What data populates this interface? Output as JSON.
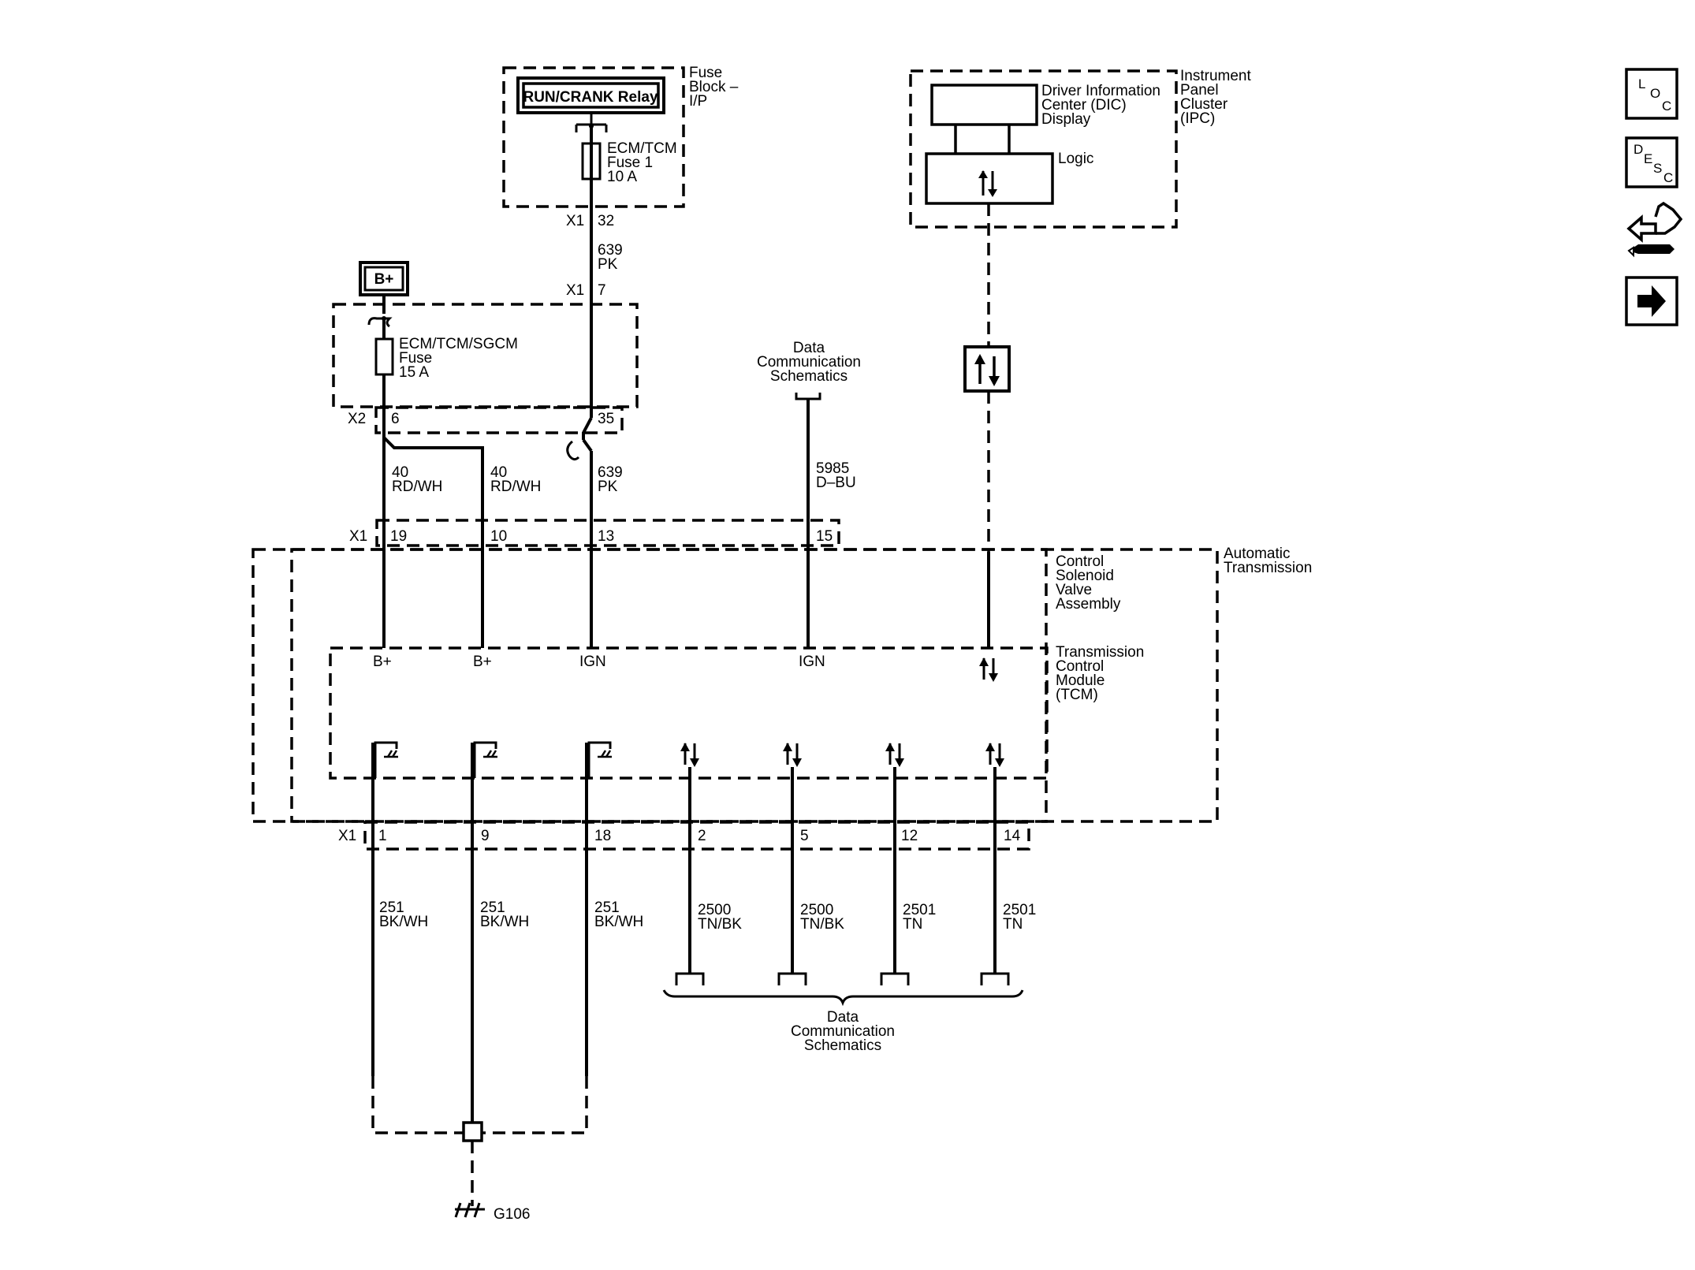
{
  "fuse_block": {
    "title_lines": [
      "Fuse",
      "Block –",
      "I/P"
    ],
    "relay_label": "RUN/CRANK Relay",
    "fuse_lines": [
      "ECM/TCM",
      "Fuse 1",
      "10 A"
    ]
  },
  "ipc": {
    "title_lines": [
      "Instrument",
      "Panel",
      "Cluster",
      "(IPC)"
    ],
    "dic_lines": [
      "Driver Information",
      "Center (DIC)",
      "Display"
    ],
    "logic_label": "Logic"
  },
  "underhood": {
    "bplus_label": "B+",
    "fuse_lines": [
      "ECM/TCM/SGCM",
      "Fuse",
      "15 A"
    ]
  },
  "connectors": {
    "x1": "X1",
    "x2": "X2",
    "p32": "32",
    "p7": "7",
    "p6": "6",
    "p35": "35",
    "p19": "19",
    "p10": "10",
    "p13": "13",
    "p15": "15",
    "p1": "1",
    "p9": "9",
    "p18": "18",
    "p2": "2",
    "p5": "5",
    "p12": "12",
    "p14": "14"
  },
  "wires": {
    "w639a_num": "639",
    "w639a_color": "PK",
    "w40a_num": "40",
    "w40a_color": "RD/WH",
    "w40b_num": "40",
    "w40b_color": "RD/WH",
    "w639b_num": "639",
    "w639b_color": "PK",
    "w5985_num": "5985",
    "w5985_color": "D–BU",
    "w251a_num": "251",
    "w251a_color": "BK/WH",
    "w251b_num": "251",
    "w251b_color": "BK/WH",
    "w251c_num": "251",
    "w251c_color": "BK/WH",
    "w2500a_num": "2500",
    "w2500a_color": "TN/BK",
    "w2500b_num": "2500",
    "w2500b_color": "TN/BK",
    "w2501a_num": "2501",
    "w2501a_color": "TN",
    "w2501b_num": "2501",
    "w2501b_color": "TN"
  },
  "data_comm_top": [
    "Data",
    "Communication",
    "Schematics"
  ],
  "data_comm_bottom": [
    "Data",
    "Communication",
    "Schematics"
  ],
  "automatic_transmission": [
    "Automatic",
    "Transmission"
  ],
  "control_solenoid": [
    "Control",
    "Solenoid",
    "Valve",
    "Assembly"
  ],
  "tcm": {
    "title_lines": [
      "Transmission",
      "Control",
      "Module",
      "(TCM)"
    ],
    "pin_bplus_1": "B+",
    "pin_bplus_2": "B+",
    "pin_ign_1": "IGN",
    "pin_ign_2": "IGN"
  },
  "ground_label": "G106",
  "side_icons": {
    "loc": [
      "L",
      "O",
      "C"
    ],
    "desc": [
      "D",
      "E",
      "S",
      "C"
    ],
    "items": [
      "loc-icon",
      "desc-icon",
      "connector-tool-icon",
      "next-arrow-icon"
    ]
  }
}
